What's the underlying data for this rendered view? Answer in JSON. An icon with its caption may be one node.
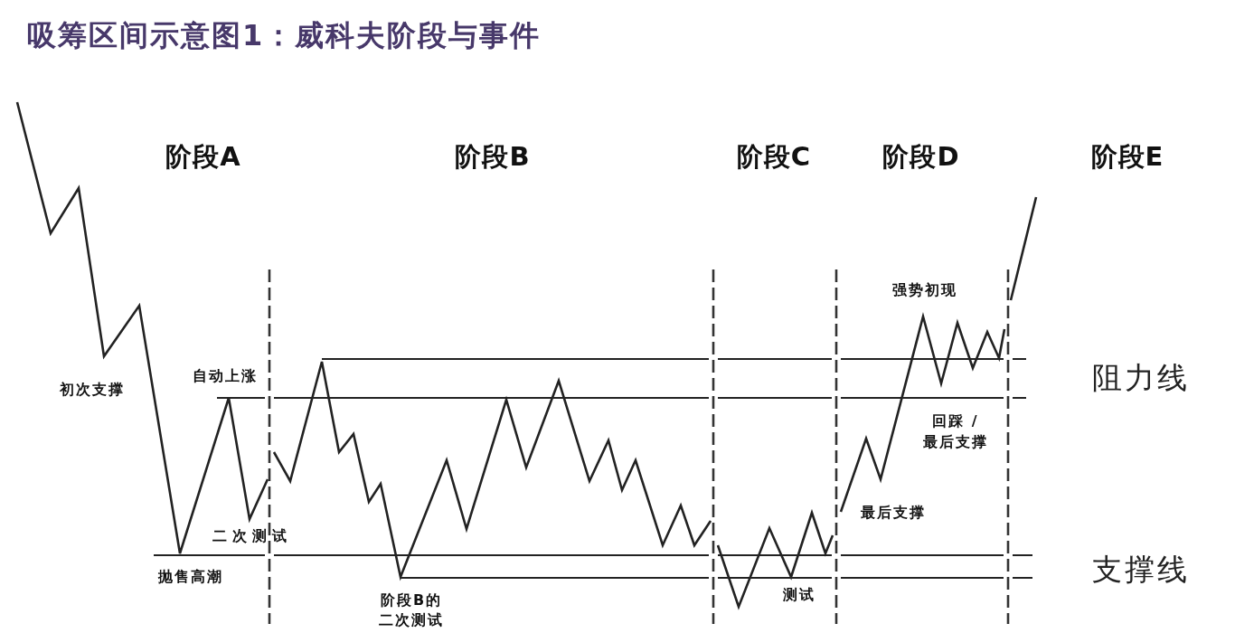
{
  "diagram": {
    "title": "吸筹区间示意图1：威科夫阶段与事件",
    "labels": [
      "阶段A",
      "阶段B",
      "阶段C",
      "阶段D",
      "阶段E",
      "强势初现",
      "自动上涨",
      "阻力线",
      "初次支撑",
      "回踩 / 最后支撑",
      "最后支撑",
      "二次测试",
      "抛售高潮",
      "支撑线",
      "阶段B的二次测试",
      "测试"
    ]
  }
}
